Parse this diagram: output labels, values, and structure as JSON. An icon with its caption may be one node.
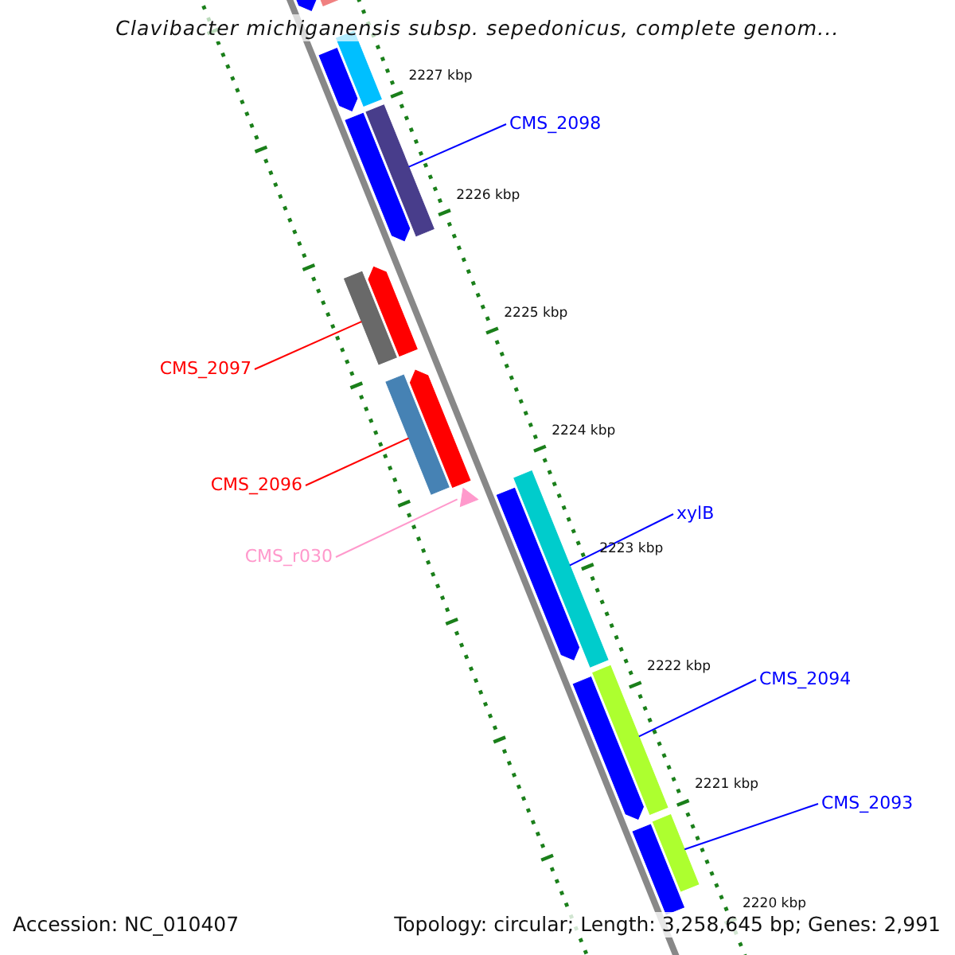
{
  "diagram": {
    "title": "Clavibacter michiganensis subsp. sepedonicus, complete genom...",
    "nodes": [
      {
        "text": [
          "CMS_2098"
        ]
      },
      {
        "text": [],
        "shape": "bar"
      },
      {
        "text": [
          "CMS_2097"
        ]
      },
      {
        "text": [],
        "shape": "bar"
      },
      {
        "text": [
          "CMS_2096"
        ]
      },
      {
        "text": [],
        "shape": "bar"
      },
      {
        "text": [
          "CMS_r030"
        ]
      },
      {
        "text": [],
        "shape": "triangle"
      },
      {
        "text": [
          "xylB"
        ]
      },
      {
        "text": [],
        "shape": "bar"
      },
      {
        "text": [
          "CMS_2094"
        ]
      },
      {
        "text": [],
        "shape": "bar"
      },
      {
        "text": [
          "CMS_2093"
        ]
      },
      {
        "text": [],
        "shape": "bar"
      },
      {
        "text": [],
        "shape": "bar"
      },
      {
        "text": [],
        "shape": "bar"
      },
      {
        "text": [],
        "shape": "bar"
      },
      {
        "text": [],
        "shape": "bar"
      },
      {
        "text": [],
        "shape": "bar"
      },
      {
        "text": [],
        "shape": "bar"
      },
      {
        "text": [],
        "shape": "bar"
      },
      {
        "text": [],
        "shape": "bar"
      },
      {
        "text": [],
        "shape": "bar"
      },
      {
        "text": [],
        "shape": "bar"
      }
    ],
    "edges": [
      {
        "from": 0,
        "to": 1,
        "arrow": "none"
      },
      {
        "from": 2,
        "to": 3,
        "arrow": "none",
        "color": "#ff0000"
      },
      {
        "from": 4,
        "to": 5,
        "arrow": "none",
        "color": "#ff0000"
      },
      {
        "from": 6,
        "to": 7,
        "arrow": "none",
        "color": "#ff99cc"
      },
      {
        "from": 8,
        "to": 9,
        "arrow": "none"
      },
      {
        "from": 10,
        "to": 11,
        "arrow": "none"
      },
      {
        "from": 12,
        "to": 13,
        "arrow": "none"
      }
    ],
    "labels": [
      "2227 kbp",
      "2226 kbp",
      "2225 kbp",
      "2224 kbp",
      "2223 kbp",
      "2222 kbp",
      "2221 kbp",
      "2220 kbp",
      "Accession: NC_010407",
      "Topology: circular; Length: 3,258,645 bp; Genes: 2,991"
    ]
  }
}
